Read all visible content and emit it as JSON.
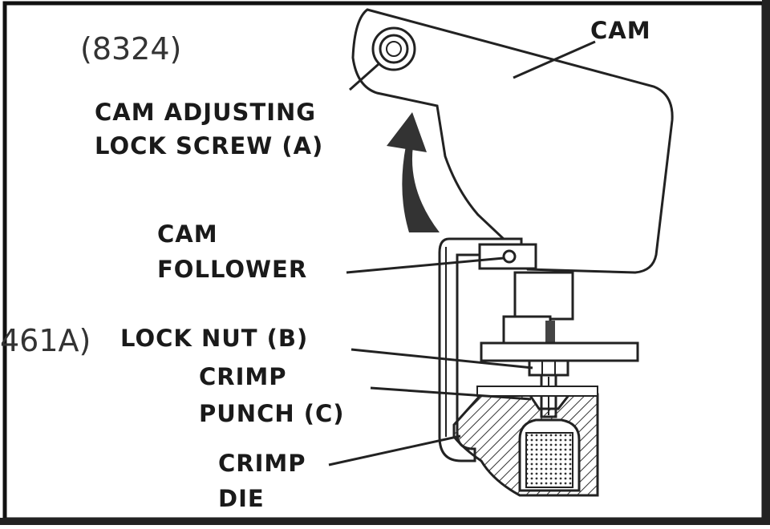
{
  "figure": {
    "ref_top": "(8324)",
    "ref_left": "461A)"
  },
  "labels": {
    "cam": "CAM",
    "cam_adjusting_line1": "CAM ADJUSTING",
    "cam_adjusting_line2": "LOCK SCREW (A)",
    "cam_follower_line1": "CAM",
    "cam_follower_line2": "FOLLOWER",
    "lock_nut": "LOCK NUT (B)",
    "crimp_punch_line1": "CRIMP",
    "crimp_punch_line2": "PUNCH (C)",
    "crimp_die_line1": "CRIMP",
    "crimp_die_line2": "DIE"
  }
}
